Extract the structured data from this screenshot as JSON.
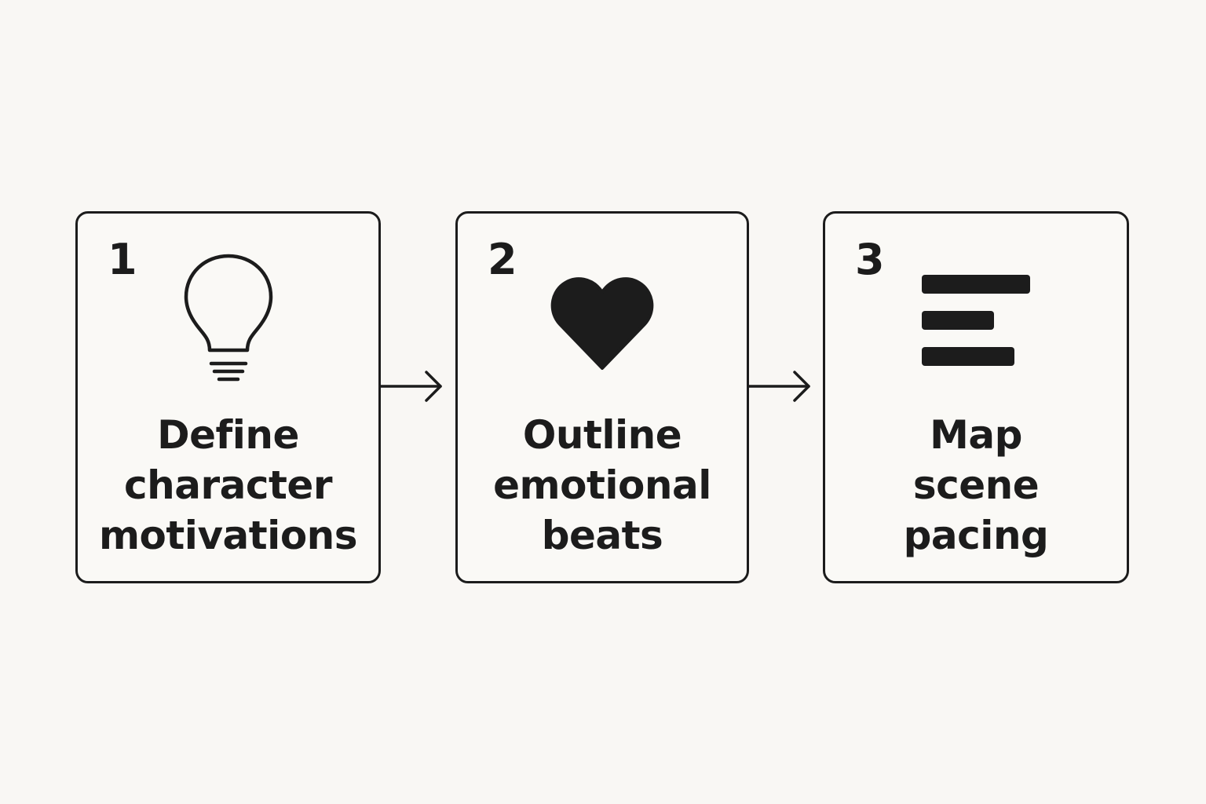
{
  "steps": [
    {
      "number": "1",
      "icon": "lightbulb-icon",
      "label_lines": [
        "Define",
        "character",
        "motivations"
      ]
    },
    {
      "number": "2",
      "icon": "heart-icon",
      "label_lines": [
        "Outline",
        "emotional",
        "beats"
      ]
    },
    {
      "number": "3",
      "icon": "text-lines-icon",
      "label_lines": [
        "Map",
        "scene",
        "pacing"
      ]
    }
  ],
  "colors": {
    "background": "#f9f7f4",
    "stroke": "#1c1c1c"
  }
}
